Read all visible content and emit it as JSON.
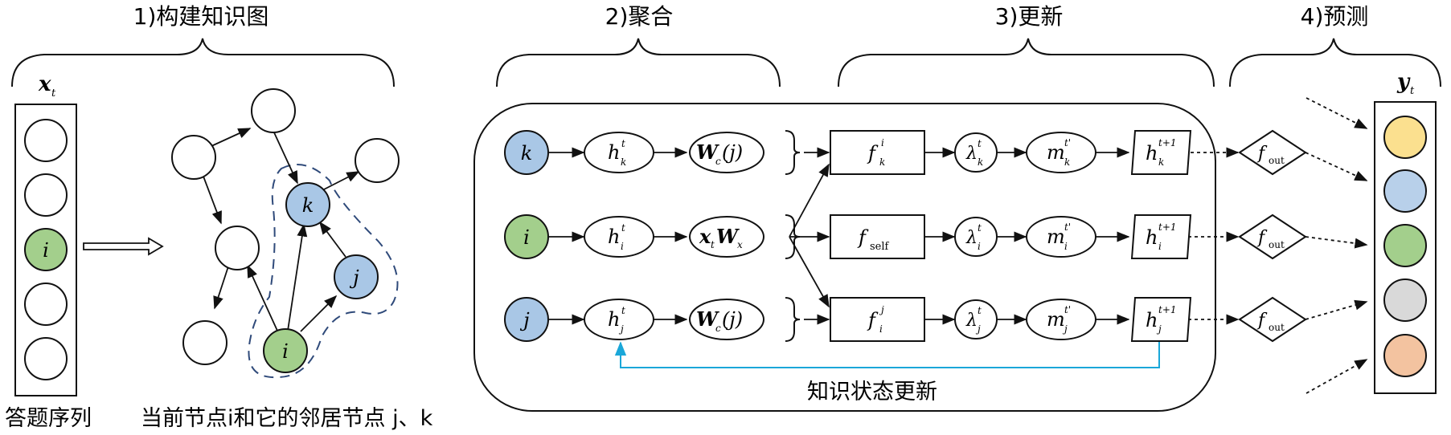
{
  "stages": {
    "s1": "1)构建知识图",
    "s2": "2)聚合",
    "s3": "3)更新",
    "s4": "4)预测"
  },
  "labels": {
    "x_sub": "t",
    "y_sub": "t",
    "answer_sequence": "答题序列",
    "neighbors_caption": "当前节点i和它的邻居节点 j、k",
    "knowledge_update": "知识状态更新"
  },
  "nodes": {
    "k": "k",
    "i": "i",
    "j": "j",
    "f_self_sub": "self",
    "f_out_sub": "out",
    "sup_t": "t",
    "sup_tprime": "t'",
    "sup_t1": "t+1"
  },
  "colors": {
    "blue": "#b8d0ea",
    "blue_node": "#a9c7e6",
    "green": "#a3cf8c",
    "yellow": "#fbe08f",
    "gray": "#d9d9d9",
    "orange": "#f3c3a0",
    "dash_blue": "#2f4a7a",
    "cyan": "#1aa7d9"
  }
}
